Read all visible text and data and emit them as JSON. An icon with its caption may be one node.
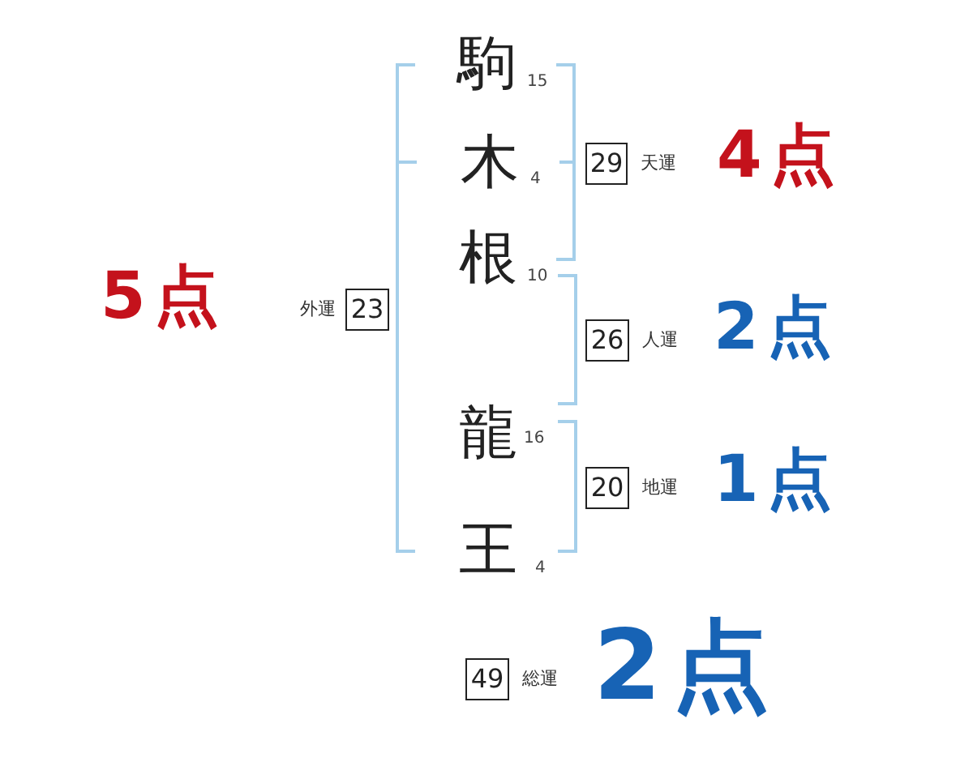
{
  "diagram": {
    "nodes": [
      {
        "text": [
          "29"
        ],
        "beside": [
          "天運"
        ]
      },
      {
        "text": [
          "23"
        ],
        "beside": [
          "外運"
        ]
      },
      {
        "text": [
          "26"
        ],
        "beside": [
          "人運"
        ]
      },
      {
        "text": [
          "20"
        ],
        "beside": [
          "地運"
        ]
      },
      {
        "text": [
          "49"
        ],
        "beside": [
          "総運"
        ]
      }
    ],
    "labels": [
      "駒",
      "15",
      "木",
      "4",
      "4点",
      "根",
      "10",
      "5点",
      "2点",
      "龍",
      "16",
      "1点",
      "王",
      "4",
      "2点"
    ]
  }
}
